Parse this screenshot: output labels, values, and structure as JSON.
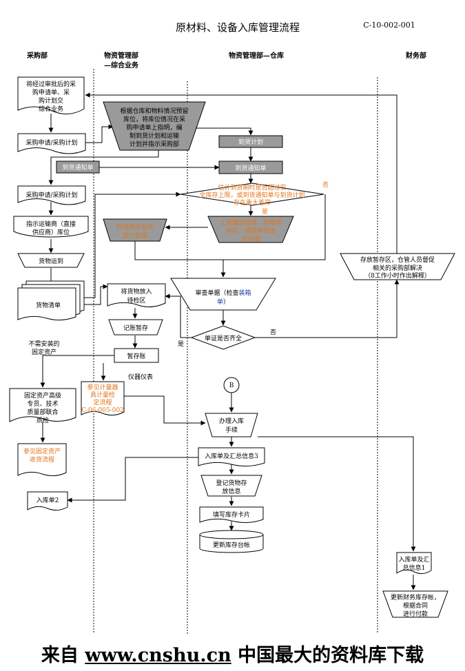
{
  "title": "原材料、设备入库管理流程",
  "doc_code": "C-10-002-001",
  "lanes": {
    "purchase": "采购部",
    "material_general_1": "物资管理部",
    "material_general_2": "—综合业务",
    "warehouse": "物资管理部—仓库",
    "finance": "财务部"
  },
  "nodes": {
    "approved_1": "将经过审批后的采",
    "approved_2": "购申请单、采",
    "approved_3": "购计划交",
    "approved_4": "综合业务",
    "purchase_plan": "采购申请/采购计划",
    "gen_1": "根据仓库和物料情况预留",
    "gen_2": "库位，将库位情况在采",
    "gen_3": "购申请单上指明，编",
    "gen_4": "制到货计划和运输",
    "gen_5": "计划并指示采购部",
    "arrival_plan": "到货计划",
    "arrival_notice_left": "到货通知单",
    "arrival_notice_right": "到货通知单",
    "purchase_plan_2": "采购申请/采购计划",
    "check_1": "估计到货期时是否超过安",
    "check_2": "全库存上限，或到货通知单与到货计划",
    "check_3": "存在重大差异",
    "label_yes_1": "是",
    "label_no_1": "否",
    "report_1": "上报储运经理，存放暂",
    "report_2": "存区，按照异常情",
    "report_3": "况处理",
    "send_1": "秒送综合业务",
    "send_2": "进行处理",
    "instruct_1": "指示运输商（直接",
    "instruct_2": "供应商）库位",
    "goods_arrive": "货物运到",
    "goods_list": "货物清单",
    "temp_1": "存放暂存区，仓管人员督促",
    "temp_2": "相关的采购部解决",
    "temp_3": "（8工作小时作出解释）",
    "inspect_1": "将货物放入",
    "inspect_2": "待检区",
    "review_1": "审查单据（检查",
    "review_1b": "装箱",
    "review_2": "单",
    "review_3": "）",
    "docs_check": "单证是否齐全",
    "label_yes_2": "是",
    "label_no_2": "否",
    "record_temp": "记账暂存",
    "temp_account": "暂存账",
    "no_install_1": "不需安装的",
    "no_install_2": "固定资产",
    "instruments": "仪器仪表",
    "fixed_asset_1": "固定资产高级",
    "fixed_asset_2": "专员、技术",
    "fixed_asset_3": "质量部联合",
    "fixed_asset_4": "质检",
    "see_meter_1": "参见计量器",
    "see_meter_2": "具计量检",
    "see_meter_3": "定流程",
    "see_meter_4": "C-06-005-002",
    "connector_b": "B",
    "handle_1": "办理入库",
    "handle_2": "手续",
    "see_fixed_1": "参见固定资产",
    "see_fixed_2": "收货流程",
    "inbound_summary_3": "入库单及汇总信息3",
    "register_1": "登记货物存",
    "register_2": "放信息",
    "inbound_2": "入库单2",
    "stock_card": "填写库存卡片",
    "update_ledger": "更新库存台帐",
    "inbound_summary_1a": "入库单及汇",
    "inbound_summary_1b": "总信息1",
    "finance_1": "更新财务库存帐，",
    "finance_2": "根据合同",
    "finance_3": "进行付款"
  },
  "footer": {
    "prefix": "来自 ",
    "link": "www.cnshu.cn",
    "suffix": " 中国最大的资料库下载"
  },
  "colors": {
    "gray_fill": "#9a9a9a",
    "orange_text": "#e2741b",
    "blue_text": "#1f3fb0"
  }
}
